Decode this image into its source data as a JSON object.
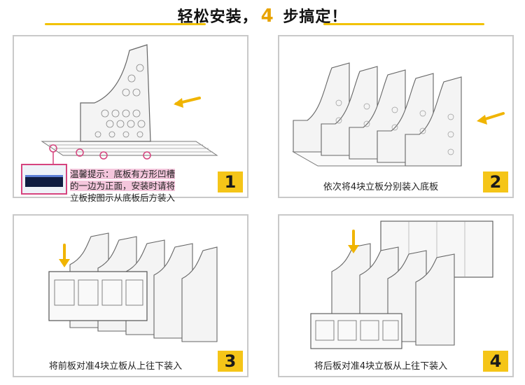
{
  "header": {
    "title_part1": "轻松安装，",
    "title_number": "4",
    "title_part2": " 步搞定！"
  },
  "colors": {
    "accent": "#F5C518",
    "highlight_pink": "#d6447e",
    "arrow": "#F0B400"
  },
  "icons": [
    "left-arrow-icon",
    "down-arrow-icon"
  ],
  "steps": [
    {
      "number": "1",
      "tip_line1": "温馨提示：底板有方形凹槽",
      "tip_line2": "的一边为正面，安装时请将",
      "tip_line3": "立板按图示从底板后方装入"
    },
    {
      "number": "2",
      "caption": "依次将4块立板分别装入底板"
    },
    {
      "number": "3",
      "caption": "将前板对准4块立板从上往下装入"
    },
    {
      "number": "4",
      "caption": "将后板对准4块立板从上往下装入"
    }
  ]
}
